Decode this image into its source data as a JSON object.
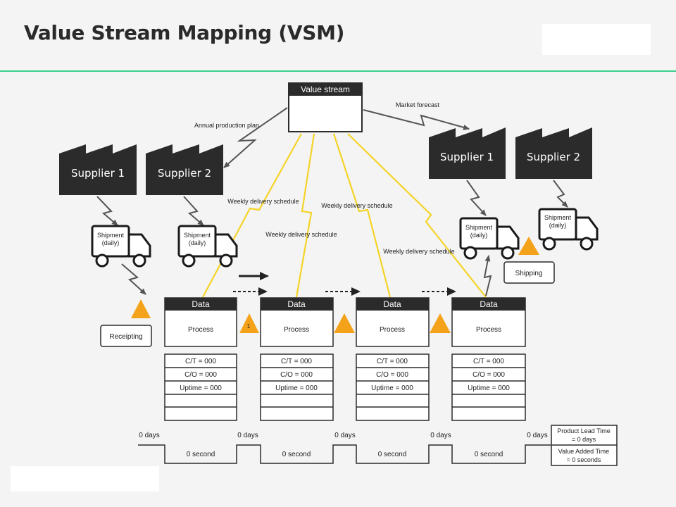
{
  "title": "Value Stream Mapping (VSM)",
  "value_stream": {
    "label": "Value stream"
  },
  "info_flows": {
    "annual_plan": "Annual production plan",
    "market_forecast": "Market forecast",
    "weekly_1": "Weekly delivery schedule",
    "weekly_2": "Weekly delivery schedule",
    "weekly_3": "Weekly delivery schedule",
    "weekly_4": "Weekly delivery schedule"
  },
  "left_suppliers": [
    "Supplier 1",
    "Supplier 2"
  ],
  "right_suppliers": [
    "Supplier 1",
    "Supplier 2"
  ],
  "shipments": [
    {
      "line1": "Shipment",
      "line2": "(daily)"
    },
    {
      "line1": "Shipment",
      "line2": "(daily)"
    },
    {
      "line1": "Shipment",
      "line2": "(daily)"
    },
    {
      "line1": "Shipment",
      "line2": "(daily)"
    }
  ],
  "receipting": "Receipting",
  "shipping": "Shipping",
  "inventory_number": "1",
  "processes": [
    {
      "header": "Data",
      "name": "Process",
      "ct": "C/T = 000",
      "co": "C/O = 000",
      "uptime": "Uptime = 000"
    },
    {
      "header": "Data",
      "name": "Process",
      "ct": "C/T = 000",
      "co": "C/O = 000",
      "uptime": "Uptime = 000"
    },
    {
      "header": "Data",
      "name": "Process",
      "ct": "C/T = 000",
      "co": "C/O = 000",
      "uptime": "Uptime = 000"
    },
    {
      "header": "Data",
      "name": "Process",
      "ct": "C/T = 000",
      "co": "C/O = 000",
      "uptime": "Uptime = 000"
    }
  ],
  "timeline": {
    "days": [
      "0 days",
      "0 days",
      "0 days",
      "0 days",
      "0 days"
    ],
    "seconds": [
      "0 second",
      "0 second",
      "0 second",
      "0 second"
    ]
  },
  "summary": {
    "lead_time_1": "Product Lead Time",
    "lead_time_2": "= 0 days",
    "value_added_1": "Value Added Time",
    "value_added_2": "= 0 seconds"
  },
  "colors": {
    "accent": "#3ccf8e",
    "signal": "#f5d327",
    "inventory": "#f5a21b",
    "dark": "#2b2b2b"
  }
}
